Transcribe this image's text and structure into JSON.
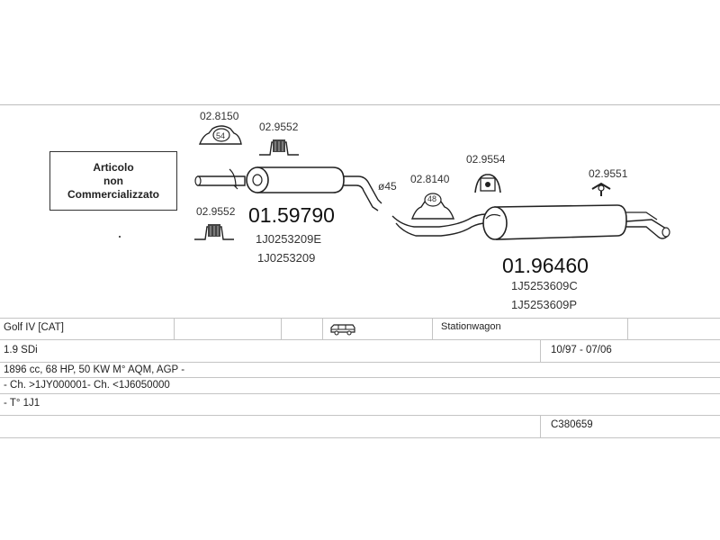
{
  "notice": {
    "lines": [
      "Articolo",
      "non",
      "Commercializzato"
    ]
  },
  "parts": {
    "clamp_top_left": "02.8150",
    "clamp_top_left_badge": "54",
    "mount_top": "02.9552",
    "mount_left": "02.9552",
    "front_silencer_number": "01.59790",
    "front_silencer_oe1": "1J0253209E",
    "front_silencer_oe2": "1J0253209",
    "diameter_label": "ø45",
    "clamp_mid": "02.8140",
    "clamp_mid_badge": "48",
    "hanger_mid": "02.9554",
    "hanger_right": "02.9551",
    "rear_silencer_number": "01.96460",
    "rear_silencer_oe1": "1J5253609C",
    "rear_silencer_oe2": "1J5253609P"
  },
  "vehicle": {
    "model": "Golf IV  [CAT]",
    "body_icon": "car-wagon-icon",
    "body_type": "Stationwagon",
    "engine": "1.9 SDi",
    "period": "10/97 - 07/06",
    "spec": "1896 cc, 68 HP, 50 KW M° AQM, AGP -",
    "chassis": "- Ch. >1JY000001- Ch. <1J6050000",
    "type": "- T° 1J1",
    "ref": "C380659"
  }
}
